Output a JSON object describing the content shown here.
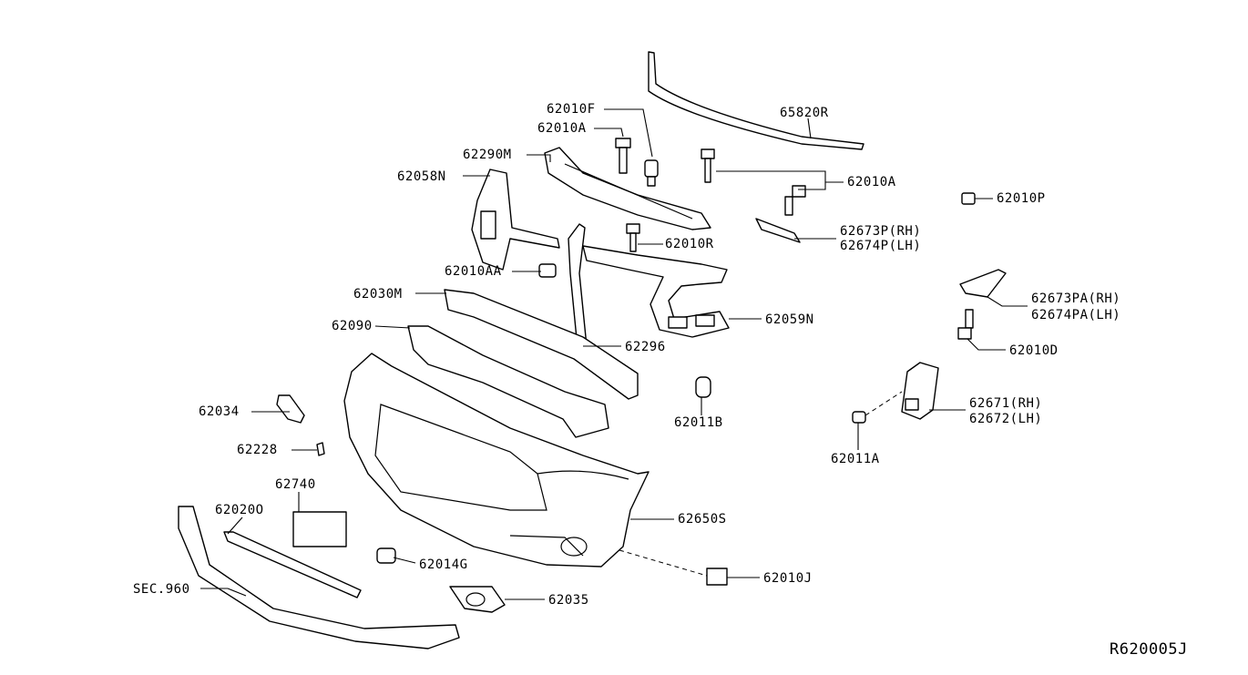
{
  "diagram": {
    "ref_code": "R620005J",
    "callouts": {
      "c65820R": "65820R",
      "c62010F": "62010F",
      "c62010A_top": "62010A",
      "c62290M": "62290M",
      "c62058N": "62058N",
      "c62010A_right": "62010A",
      "c62010P": "62010P",
      "c62673P": "62673P(RH)",
      "c62674P": "62674P(LH)",
      "c62010R": "62010R",
      "c62010AA": "62010AA",
      "c62030M": "62030M",
      "c62673PA": "62673PA(RH)",
      "c62674PA": "62674PA(LH)",
      "c62059N": "62059N",
      "c62090": "62090",
      "c62296": "62296",
      "c62010D": "62010D",
      "c62034": "62034",
      "c62011B": "62011B",
      "c62671": "62671(RH)",
      "c62672": "62672(LH)",
      "c62228": "62228",
      "c62011A": "62011A",
      "c62740": "62740",
      "c62020O": "62020O",
      "c62650S": "62650S",
      "c62014G": "62014G",
      "c62010J": "62010J",
      "cSEC960": "SEC.960",
      "c62035": "62035"
    }
  }
}
